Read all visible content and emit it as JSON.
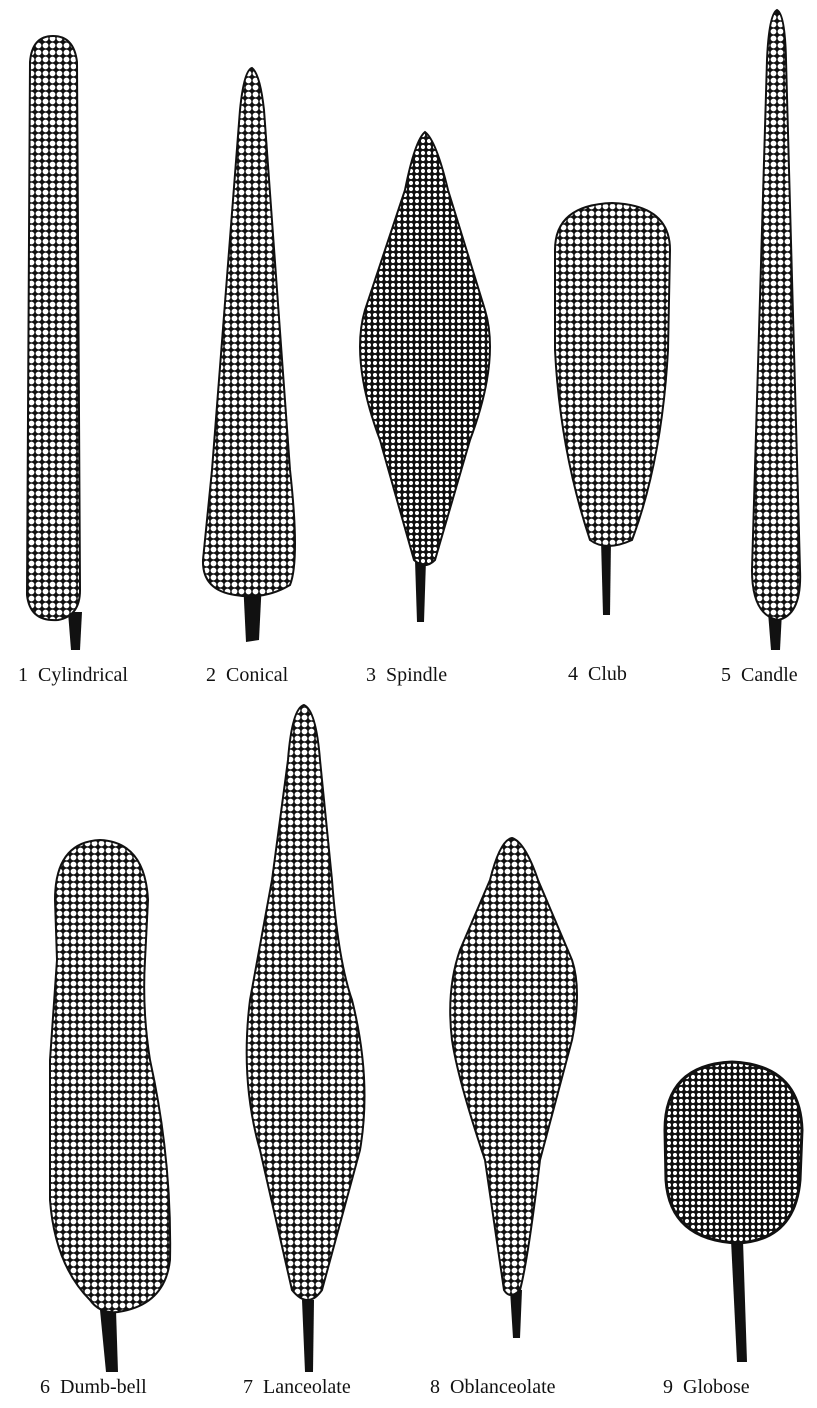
{
  "colors": {
    "ink": "#111111",
    "cell_fill": "#ffffff",
    "paper": "#ffffff"
  },
  "specimens": [
    {
      "number": "1",
      "name": "Cylindrical"
    },
    {
      "number": "2",
      "name": "Conical"
    },
    {
      "number": "3",
      "name": "Spindle"
    },
    {
      "number": "4",
      "name": "Club"
    },
    {
      "number": "5",
      "name": "Candle"
    },
    {
      "number": "6",
      "name": "Dumb-bell"
    },
    {
      "number": "7",
      "name": "Lanceolate"
    },
    {
      "number": "8",
      "name": "Oblanceolate"
    },
    {
      "number": "9",
      "name": "Globose"
    }
  ]
}
